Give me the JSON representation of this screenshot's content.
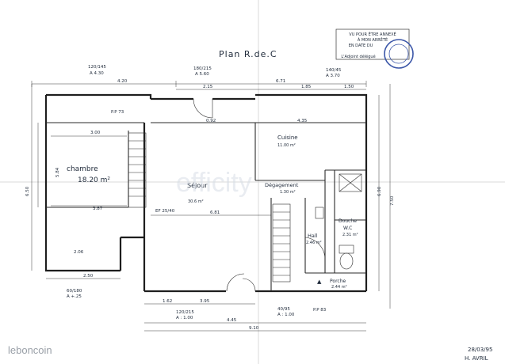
{
  "header": {
    "title": "Plan R.de.C"
  },
  "stamp": {
    "line1": "VU POUR ÊTRE ANNEXÉ",
    "line2": "À MON ARRÊTÉ",
    "line3": "EN DATE DU",
    "adjoint": "L'Adjoint délégué"
  },
  "rooms": {
    "chambre_label": "chambre",
    "chambre_area": "18.20 m²",
    "sejour_label": "Séjour",
    "sejour_area": "30.6 m²",
    "cuisine_label": "Cuisine",
    "cuisine_area": "11.00 m²",
    "degagement_label": "Dégagement",
    "degagement_area": "1.30 m²",
    "hall_label": "Hall",
    "hall_area": "2.46 m²",
    "douche_label": "Douche",
    "wc_label": "W.C",
    "wc_area": "2.31 m²",
    "porche_label": "Porche",
    "porche_area": "2.44 m²"
  },
  "dimensions": {
    "top_left_frac": "120/145",
    "top_left_a": "A 4.30",
    "top_left_total": "4.20",
    "top_mid_frac": "180/215",
    "top_mid_a": "A 5.60",
    "top_right_frac": "140/45",
    "top_right_a": "A 3.70",
    "top_total_right": "6.71",
    "top_215": "2.15",
    "top_185": "1.85",
    "top_150": "1.50",
    "inner_92": "0.92",
    "inner_435": "4.35",
    "inner_300": "3.00",
    "inner_387": "3.87",
    "inner_681": "6.81",
    "inner_206": "2.06",
    "left_584": "5.84",
    "left_650": "6.50",
    "right_690": "6.90",
    "right_750": "7.50",
    "bottom_250": "2.50",
    "bottom_frac_a": "60/180",
    "bottom_a_125": "A +.25",
    "bottom_395": "3.95",
    "bottom_162": "1.62",
    "bottom_frac_b": "120/215",
    "bottom_a_b": "A : 1.00",
    "bottom_445": "4.45",
    "bottom_frac_c": "40/95",
    "bottom_a_c": "A : 1.00",
    "bottom_910": "9.10",
    "pp73": "P.P 73",
    "pp83": "P.P 83",
    "ef": "EF 25/40"
  },
  "signature": {
    "date": "28/03/95",
    "name": "H. AVRIL"
  },
  "watermark": {
    "text": "leboncoin",
    "center": "efficity"
  }
}
